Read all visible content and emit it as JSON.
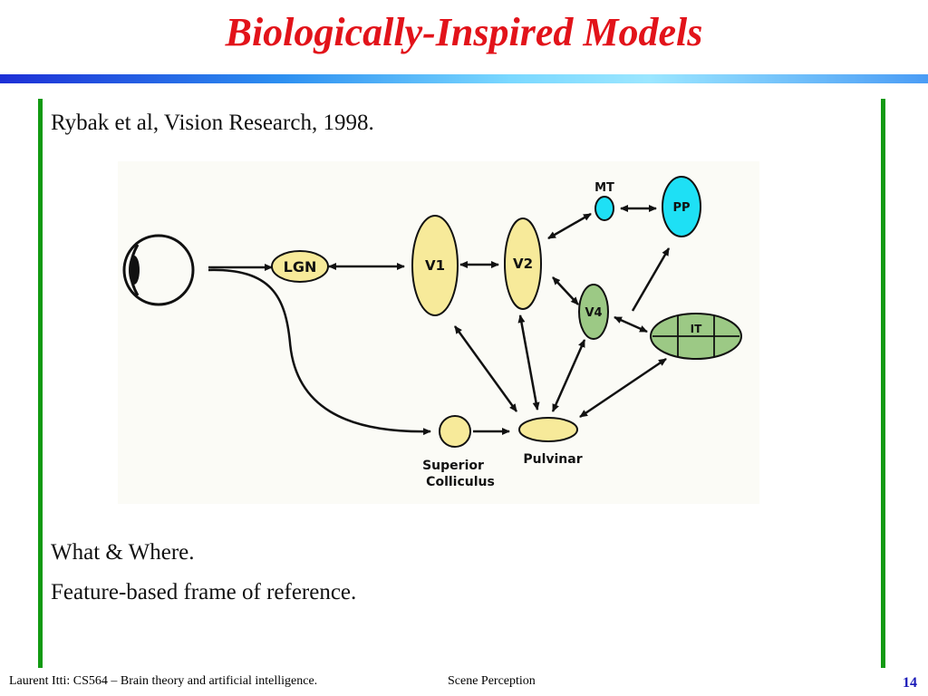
{
  "slide": {
    "title": "Biologically-Inspired Models",
    "citation": "Rybak et al, Vision Research, 1998.",
    "bullets": [
      "What & Where.",
      "Feature-based frame of reference."
    ],
    "footer_left": "Laurent Itti: CS564 – Brain theory and artificial intelligence.",
    "footer_center": "Scene Perception",
    "page_number": "14"
  },
  "diagram": {
    "nodes": {
      "lgn": "LGN",
      "v1": "V1",
      "v2": "V2",
      "mt": "MT",
      "pp": "PP",
      "v4": "V4",
      "it": "IT",
      "sc_line1": "Superior",
      "sc_line2": "Colliculus",
      "pulvinar": "Pulvinar"
    }
  },
  "colors": {
    "title": "#e2131a",
    "accent_line": "#129a12",
    "page_number": "#1a1ab8",
    "yellow_node": "#f7ea9a",
    "cyan_node": "#1ee0f5",
    "green_node": "#9cc985"
  }
}
